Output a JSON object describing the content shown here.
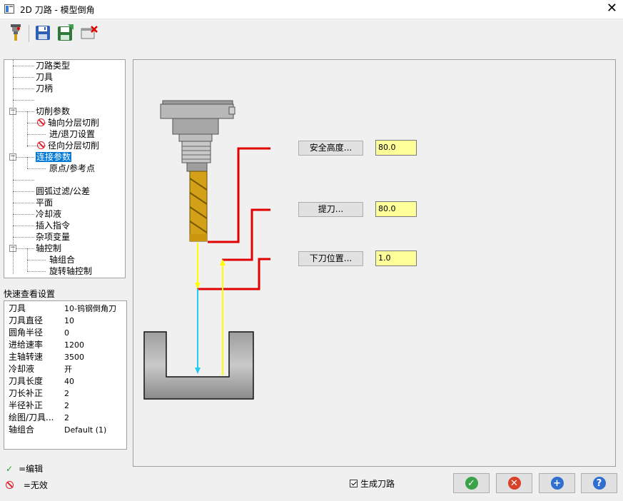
{
  "window": {
    "title": "2D 刀路 - 模型倒角",
    "close_glyph": "✕"
  },
  "toolbar": {
    "items": [
      {
        "name": "tool-icon"
      },
      {
        "name": "save-icon"
      },
      {
        "name": "save-green-icon"
      },
      {
        "name": "delete-icon"
      }
    ]
  },
  "tree": {
    "items": [
      {
        "label": "刀路类型"
      },
      {
        "label": "刀具"
      },
      {
        "label": "刀柄"
      },
      {
        "label": ""
      },
      {
        "label": "切削参数",
        "expander": "−"
      },
      {
        "label": "轴向分层切削",
        "status": "invalid"
      },
      {
        "label": "进/退刀设置"
      },
      {
        "label": "径向分层切削",
        "status": "invalid"
      },
      {
        "label": "连接参数",
        "expander": "−",
        "selected": true
      },
      {
        "label": "原点/参考点"
      },
      {
        "label": ""
      },
      {
        "label": "圆弧过滤/公差"
      },
      {
        "label": "平面"
      },
      {
        "label": "冷却液"
      },
      {
        "label": "插入指令"
      },
      {
        "label": "杂项变量"
      },
      {
        "label": "轴控制",
        "expander": "−"
      },
      {
        "label": "轴组合"
      },
      {
        "label": "旋转轴控制"
      }
    ]
  },
  "quick_view": {
    "title": "快速查看设置",
    "rows": [
      {
        "key": "刀具",
        "value": "10-钨钢倒角刀"
      },
      {
        "key": "刀具直径",
        "value": "10"
      },
      {
        "key": "圆角半径",
        "value": "0"
      },
      {
        "key": "进给速率",
        "value": "1200"
      },
      {
        "key": "主轴转速",
        "value": "3500"
      },
      {
        "key": "冷却液",
        "value": "开"
      },
      {
        "key": "刀具长度",
        "value": "40"
      },
      {
        "key": "刀长补正",
        "value": "2"
      },
      {
        "key": "半径补正",
        "value": "2"
      },
      {
        "key": "绘图/刀具...",
        "value": "2"
      },
      {
        "key": "轴组合",
        "value": "Default (1)"
      }
    ]
  },
  "legend": {
    "edit_glyph": "✓",
    "edit_label": "=编辑",
    "invalid_label": "=无效"
  },
  "params": {
    "clearance": {
      "label": "安全高度...",
      "value": "80.0"
    },
    "retract": {
      "label": "提刀...",
      "value": "80.0"
    },
    "feed_plane": {
      "label": "下刀位置...",
      "value": "1.0"
    }
  },
  "footer": {
    "generate_label": "生成刀路",
    "generate_checked": true,
    "buttons": [
      {
        "name": "ok-button",
        "glyph": "✓",
        "color": "#3aa34a"
      },
      {
        "name": "cancel-button",
        "glyph": "✕",
        "color": "#d9412b"
      },
      {
        "name": "add-button",
        "glyph": "+",
        "color": "#2f6fd0"
      },
      {
        "name": "help-button",
        "glyph": "?",
        "color": "#2f6fd0"
      }
    ]
  },
  "colors": {
    "selection": "#0078d7",
    "field_bg": "#ffff99",
    "leader_red": "#e00000",
    "path_yellow": "#ffff00",
    "path_cyan": "#22ccee",
    "tool_gold": "#d4a017"
  }
}
